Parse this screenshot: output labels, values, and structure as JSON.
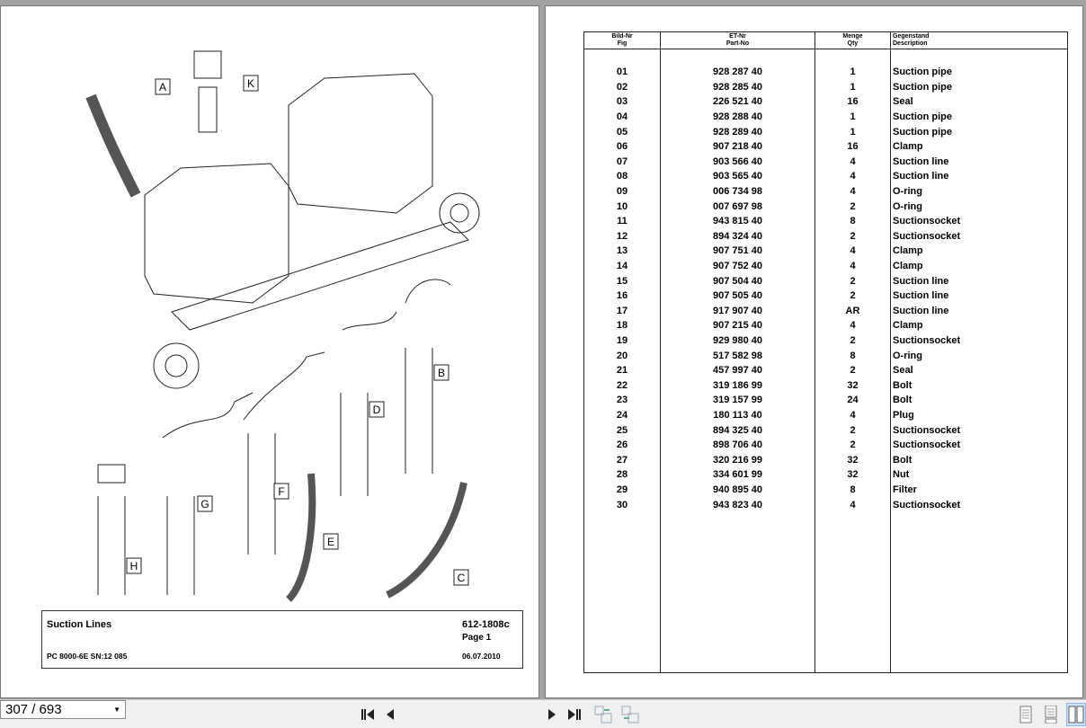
{
  "left_page": {
    "diagram_group_labels": [
      "A",
      "K",
      "B",
      "D",
      "F",
      "G",
      "E",
      "H",
      "C"
    ],
    "footer": {
      "title": "Suction Lines",
      "doc_number": "612-1808c",
      "page": "Page 1",
      "machine": "PC 8000-6E SN:12 085",
      "date": "06.07.2010"
    }
  },
  "right_page": {
    "headers": {
      "fig": [
        "Bild-Nr",
        "Fig"
      ],
      "part_no": [
        "ET-Nr",
        "Part-No"
      ],
      "qty": [
        "Menge",
        "Qty"
      ],
      "description": [
        "Gegenstand",
        "Description"
      ]
    },
    "rows": [
      {
        "fig": "01",
        "part_no": "928 287 40",
        "qty": "1",
        "description": "Suction pipe"
      },
      {
        "fig": "02",
        "part_no": "928 285 40",
        "qty": "1",
        "description": "Suction pipe"
      },
      {
        "fig": "03",
        "part_no": "226 521 40",
        "qty": "16",
        "description": "Seal"
      },
      {
        "fig": "04",
        "part_no": "928 288 40",
        "qty": "1",
        "description": "Suction pipe"
      },
      {
        "fig": "05",
        "part_no": "928 289 40",
        "qty": "1",
        "description": "Suction pipe"
      },
      {
        "fig": "06",
        "part_no": "907 218 40",
        "qty": "16",
        "description": "Clamp"
      },
      {
        "fig": "07",
        "part_no": "903 566 40",
        "qty": "4",
        "description": "Suction line"
      },
      {
        "fig": "08",
        "part_no": "903 565 40",
        "qty": "4",
        "description": "Suction line"
      },
      {
        "fig": "09",
        "part_no": "006 734 98",
        "qty": "4",
        "description": "O-ring"
      },
      {
        "fig": "10",
        "part_no": "007 697 98",
        "qty": "2",
        "description": "O-ring"
      },
      {
        "fig": "11",
        "part_no": "943 815 40",
        "qty": "8",
        "description": "Suctionsocket"
      },
      {
        "fig": "12",
        "part_no": "894 324 40",
        "qty": "2",
        "description": "Suctionsocket"
      },
      {
        "fig": "13",
        "part_no": "907 751 40",
        "qty": "4",
        "description": "Clamp"
      },
      {
        "fig": "14",
        "part_no": "907 752 40",
        "qty": "4",
        "description": "Clamp"
      },
      {
        "fig": "15",
        "part_no": "907 504 40",
        "qty": "2",
        "description": "Suction line"
      },
      {
        "fig": "16",
        "part_no": "907 505 40",
        "qty": "2",
        "description": "Suction line"
      },
      {
        "fig": "17",
        "part_no": "917 907 40",
        "qty": "AR",
        "description": "Suction line"
      },
      {
        "fig": "18",
        "part_no": "907 215 40",
        "qty": "4",
        "description": "Clamp"
      },
      {
        "fig": "19",
        "part_no": "929 980 40",
        "qty": "2",
        "description": "Suctionsocket"
      },
      {
        "fig": "20",
        "part_no": "517 582 98",
        "qty": "8",
        "description": "O-ring"
      },
      {
        "fig": "21",
        "part_no": "457 997 40",
        "qty": "2",
        "description": "Seal"
      },
      {
        "fig": "22",
        "part_no": "319 186 99",
        "qty": "32",
        "description": "Bolt"
      },
      {
        "fig": "23",
        "part_no": "319 157 99",
        "qty": "24",
        "description": "Bolt"
      },
      {
        "fig": "24",
        "part_no": "180 113 40",
        "qty": "4",
        "description": "Plug"
      },
      {
        "fig": "25",
        "part_no": "894 325 40",
        "qty": "2",
        "description": "Suctionsocket"
      },
      {
        "fig": "26",
        "part_no": "898 706 40",
        "qty": "2",
        "description": "Suctionsocket"
      },
      {
        "fig": "27",
        "part_no": "320 216 99",
        "qty": "32",
        "description": "Bolt"
      },
      {
        "fig": "28",
        "part_no": "334 601 99",
        "qty": "32",
        "description": "Nut"
      },
      {
        "fig": "29",
        "part_no": "940 895 40",
        "qty": "8",
        "description": "Filter"
      },
      {
        "fig": "30",
        "part_no": "943 823 40",
        "qty": "4",
        "description": "Suctionsocket"
      }
    ]
  },
  "toolbar": {
    "page_indicator": "307 / 693",
    "icons": [
      "first-page-icon",
      "previous-page-icon",
      "next-page-icon",
      "last-page-icon",
      "previous-view-icon",
      "next-view-icon",
      "single-page-icon",
      "continuous-icon",
      "two-page-icon"
    ]
  }
}
